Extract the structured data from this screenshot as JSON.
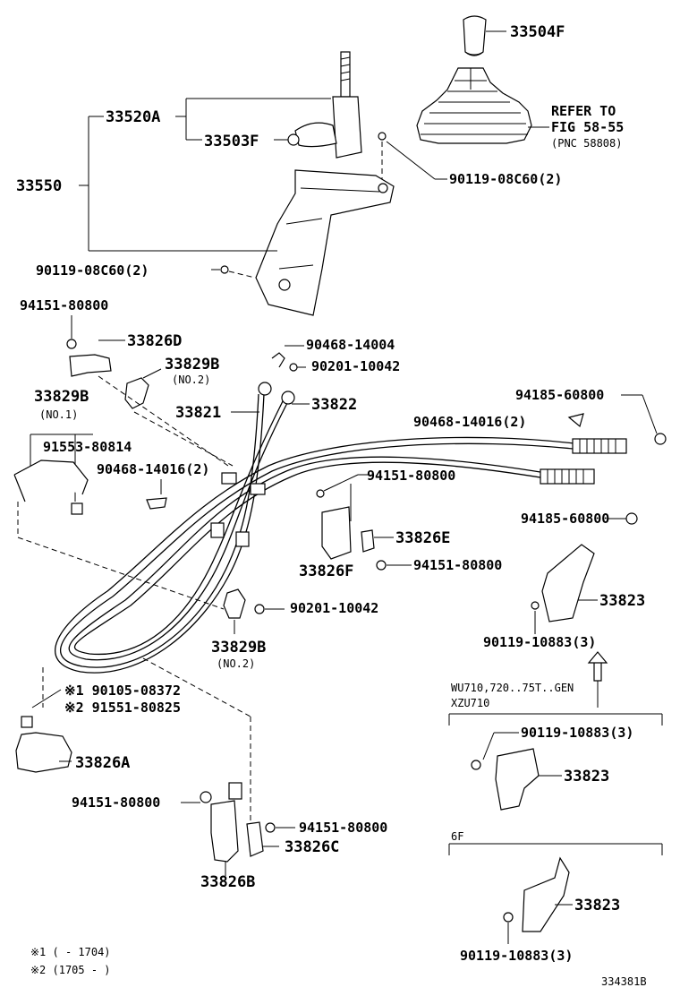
{
  "labels": {
    "p33504F": "33504F",
    "refer1": "REFER TO",
    "refer2": "FIG 58-55",
    "refer3": "(PNC 58808)",
    "p33520A": "33520A",
    "p33503F": "33503F",
    "p33550": "33550",
    "p90119_08C60_top": "90119-08C60(2)",
    "p90119_08C60_left": "90119-08C60(2)",
    "p94151_a": "94151-80800",
    "p33826D": "33826D",
    "p90468_14004": "90468-14004",
    "p90201_a": "90201-10042",
    "p33829B_top": "33829B",
    "no2_a": "(NO.2)",
    "p33829B_left": "33829B",
    "no1": "(NO.1)",
    "p33821": "33821",
    "p33822": "33822",
    "p94185_a": "94185-60800",
    "p90468_14016_r": "90468-14016(2)",
    "p91553": "91553-80814",
    "p90468_14016_l": "90468-14016(2)",
    "p94151_b": "94151-80800",
    "p94185_b": "94185-60800",
    "p33826E": "33826E",
    "p33826F": "33826F",
    "p94151_c": "94151-80800",
    "p33823_a": "33823",
    "p90201_b": "90201-10042",
    "p33829B_bottom": "33829B",
    "no2_b": "(NO.2)",
    "p90119_10883_a": "90119-10883(3)",
    "variant1_a": "WU710,720..75T..GEN",
    "variant1_b": "XZU710",
    "note1_part": "※1 90105-08372",
    "note2_part": "※2 91551-80825",
    "p90119_10883_b": "90119-10883(3)",
    "p33826A": "33826A",
    "p33823_b": "33823",
    "p94151_d": "94151-80800",
    "p94151_e": "94151-80800",
    "p33826C": "33826C",
    "variant2": "6F",
    "p33826B": "33826B",
    "p33823_c": "33823",
    "p90119_10883_c": "90119-10883(3)",
    "footnote1": "※1 (      - 1704)",
    "footnote2": "※2 (1705 -      )",
    "figure_id": "334381B"
  }
}
